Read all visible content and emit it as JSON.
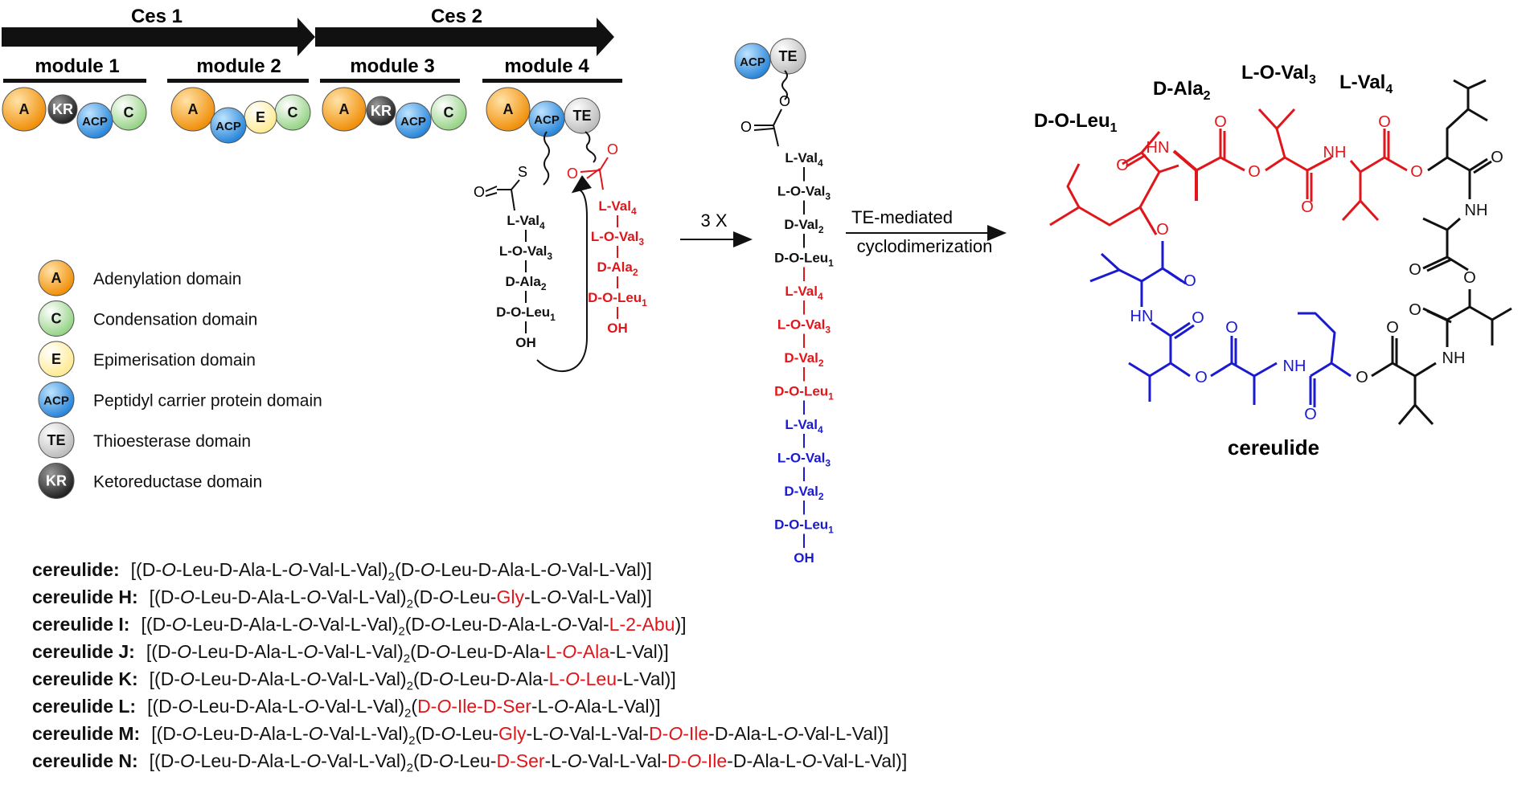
{
  "ces_arrows": [
    "Ces 1",
    "Ces 2"
  ],
  "modules": [
    {
      "label": "module 1",
      "domains": [
        "A",
        "KR",
        "ACP",
        "C"
      ]
    },
    {
      "label": "module 2",
      "domains": [
        "A",
        "ACP",
        "E",
        "C"
      ]
    },
    {
      "label": "module 3",
      "domains": [
        "A",
        "KR",
        "ACP",
        "C"
      ]
    },
    {
      "label": "module 4",
      "domains": [
        "A",
        "ACP",
        "TE"
      ]
    }
  ],
  "domain_colors": {
    "A": "#f39b1c",
    "KR": "#3a3a3a",
    "ACP": "#2f8fe0",
    "C": "#9ed68f",
    "E": "#fff2a8",
    "TE": "#d6d6d6"
  },
  "legend": [
    {
      "key": "A",
      "label": "Adenylation domain"
    },
    {
      "key": "C",
      "label": "Condensation  domain"
    },
    {
      "key": "E",
      "label": "Epimerisation domain"
    },
    {
      "key": "ACP",
      "label": "Peptidyl carrier protein domain"
    },
    {
      "key": "TE",
      "label": "Thioesterase domain"
    },
    {
      "key": "KR",
      "label": "Ketoreductase domain"
    }
  ],
  "chain_black": [
    "L-Val",
    "L-O-Val",
    "D-Ala",
    "D-O-Leu",
    "OH"
  ],
  "chain_black_subs": [
    "4",
    "3",
    "2",
    "1",
    ""
  ],
  "chain_red": [
    "L-Val",
    "L-O-Val",
    "D-Ala",
    "D-O-Leu",
    "OH"
  ],
  "chain_red_subs": [
    "4",
    "3",
    "2",
    "1",
    ""
  ],
  "acyl_labels": {
    "S": "S",
    "O": "O",
    "carbonyl_o": "O"
  },
  "repeat_label": "3 X",
  "long_chain": [
    {
      "t": "L-Val",
      "s": "4",
      "c": "#111111"
    },
    {
      "t": "L-O-Val",
      "s": "3",
      "c": "#111111"
    },
    {
      "t": "D-Val",
      "s": "2",
      "c": "#111111"
    },
    {
      "t": "D-O-Leu",
      "s": "1",
      "c": "#111111"
    },
    {
      "t": "L-Val",
      "s": "4",
      "c": "#e0161b"
    },
    {
      "t": "L-O-Val",
      "s": "3",
      "c": "#e0161b"
    },
    {
      "t": "D-Val",
      "s": "2",
      "c": "#e0161b"
    },
    {
      "t": "D-O-Leu",
      "s": "1",
      "c": "#e0161b"
    },
    {
      "t": "L-Val",
      "s": "4",
      "c": "#1a1ad0"
    },
    {
      "t": "L-O-Val",
      "s": "3",
      "c": "#1a1ad0"
    },
    {
      "t": "D-Val",
      "s": "2",
      "c": "#1a1ad0"
    },
    {
      "t": "D-O-Leu",
      "s": "1",
      "c": "#1a1ad0"
    },
    {
      "t": "OH",
      "s": "",
      "c": "#1a1ad0"
    }
  ],
  "te_step": {
    "line1": "TE-mediated",
    "line2": "cyclodimerization"
  },
  "residue_headers": [
    {
      "t": "D-O-Leu",
      "s": "1"
    },
    {
      "t": "D-Ala",
      "s": "2"
    },
    {
      "t": "L-O-Val",
      "s": "3"
    },
    {
      "t": "L-Val",
      "s": "4"
    }
  ],
  "molecule_name": "cereulide",
  "atom_labels": {
    "O": "O",
    "NH": "NH",
    "HN": "HN"
  },
  "colors": {
    "black": "#111111",
    "red": "#e0161b",
    "blue": "#1a1ad0"
  },
  "sequences": [
    {
      "label": "cereulide:",
      "parts": [
        [
          "[(D-",
          0
        ],
        [
          "O",
          1
        ],
        [
          "-Leu-D-Ala-L-",
          0
        ],
        [
          "O",
          1
        ],
        [
          "-Val-L-Val)",
          0
        ],
        [
          "2",
          3
        ],
        [
          "(D-",
          0
        ],
        [
          "O",
          1
        ],
        [
          "-Leu-D-Ala-L-",
          0
        ],
        [
          "O",
          1
        ],
        [
          "-Val-L-Val)]",
          0
        ]
      ]
    },
    {
      "label": "cereulide H:",
      "parts": [
        [
          "[(D-",
          0
        ],
        [
          "O",
          1
        ],
        [
          "-Leu-D-Ala-L-",
          0
        ],
        [
          "O",
          1
        ],
        [
          "-Val-L-Val)",
          0
        ],
        [
          "2",
          3
        ],
        [
          "(D-",
          0
        ],
        [
          "O",
          1
        ],
        [
          "-Leu-",
          0
        ],
        [
          "Gly",
          2
        ],
        [
          "-L-",
          0
        ],
        [
          "O",
          1
        ],
        [
          "-Val-L-Val)]",
          0
        ]
      ]
    },
    {
      "label": "cereulide I:",
      "parts": [
        [
          "[(D-",
          0
        ],
        [
          "O",
          1
        ],
        [
          "-Leu-D-Ala-L-",
          0
        ],
        [
          "O",
          1
        ],
        [
          "-Val-L-Val)",
          0
        ],
        [
          "2",
          3
        ],
        [
          "(D-",
          0
        ],
        [
          "O",
          1
        ],
        [
          "-Leu-D-Ala-L-",
          0
        ],
        [
          "O",
          1
        ],
        [
          "-Val-",
          0
        ],
        [
          "L-2-Abu",
          2
        ],
        [
          ")]",
          0
        ]
      ]
    },
    {
      "label": "cereulide J:",
      "parts": [
        [
          "[(D-",
          0
        ],
        [
          "O",
          1
        ],
        [
          "-Leu-D-Ala-L-",
          0
        ],
        [
          "O",
          1
        ],
        [
          "-Val-L-Val)",
          0
        ],
        [
          "2",
          3
        ],
        [
          "(D-",
          0
        ],
        [
          "O",
          1
        ],
        [
          "-Leu-D-Ala-",
          0
        ],
        [
          "L-",
          2
        ],
        [
          "O",
          4
        ],
        [
          "-Ala",
          2
        ],
        [
          "-L-Val)]",
          0
        ]
      ]
    },
    {
      "label": "cereulide K:",
      "parts": [
        [
          "[(D-",
          0
        ],
        [
          "O",
          1
        ],
        [
          "-Leu-D-Ala-L-",
          0
        ],
        [
          "O",
          1
        ],
        [
          "-Val-L-Val)",
          0
        ],
        [
          "2",
          3
        ],
        [
          "(D-",
          0
        ],
        [
          "O",
          1
        ],
        [
          "-Leu-D-Ala-",
          0
        ],
        [
          "L-",
          2
        ],
        [
          "O",
          4
        ],
        [
          "-Leu",
          2
        ],
        [
          "-L-Val)]",
          0
        ]
      ]
    },
    {
      "label": "cereulide L:",
      "parts": [
        [
          "[(D-",
          0
        ],
        [
          "O",
          1
        ],
        [
          "-Leu-D-Ala-L-",
          0
        ],
        [
          "O",
          1
        ],
        [
          "-Val-L-Val)",
          0
        ],
        [
          "2",
          3
        ],
        [
          "(",
          0
        ],
        [
          "D-",
          2
        ],
        [
          "O",
          4
        ],
        [
          "-Ile-D-Ser",
          2
        ],
        [
          "-L-",
          0
        ],
        [
          "O",
          1
        ],
        [
          "-Ala-L-Val)]",
          0
        ]
      ]
    },
    {
      "label": "cereulide M:",
      "parts": [
        [
          "[(D-",
          0
        ],
        [
          "O",
          1
        ],
        [
          "-Leu-D-Ala-L-",
          0
        ],
        [
          "O",
          1
        ],
        [
          "-Val-L-Val)",
          0
        ],
        [
          "2",
          3
        ],
        [
          "(D-",
          0
        ],
        [
          "O",
          1
        ],
        [
          "-Leu-",
          0
        ],
        [
          "Gly",
          2
        ],
        [
          "-L-",
          0
        ],
        [
          "O",
          1
        ],
        [
          "-Val-L-Val-",
          0
        ],
        [
          "D-",
          2
        ],
        [
          "O",
          4
        ],
        [
          "-Ile",
          2
        ],
        [
          "-D-Ala-L-",
          0
        ],
        [
          "O",
          1
        ],
        [
          "-Val-L-Val)]",
          0
        ]
      ]
    },
    {
      "label": "cereulide N:",
      "parts": [
        [
          "[(D-",
          0
        ],
        [
          "O",
          1
        ],
        [
          "-Leu-D-Ala-L-",
          0
        ],
        [
          "O",
          1
        ],
        [
          "-Val-L-Val)",
          0
        ],
        [
          "2",
          3
        ],
        [
          "(D-",
          0
        ],
        [
          "O",
          1
        ],
        [
          "-Leu-",
          0
        ],
        [
          "D-Ser",
          2
        ],
        [
          "-L-",
          0
        ],
        [
          "O",
          1
        ],
        [
          "-Val-L-Val-",
          0
        ],
        [
          "D-",
          2
        ],
        [
          "O",
          4
        ],
        [
          "-Ile",
          2
        ],
        [
          "-D-Ala-L-",
          0
        ],
        [
          "O",
          1
        ],
        [
          "-Val-L-Val)]",
          0
        ]
      ]
    }
  ]
}
